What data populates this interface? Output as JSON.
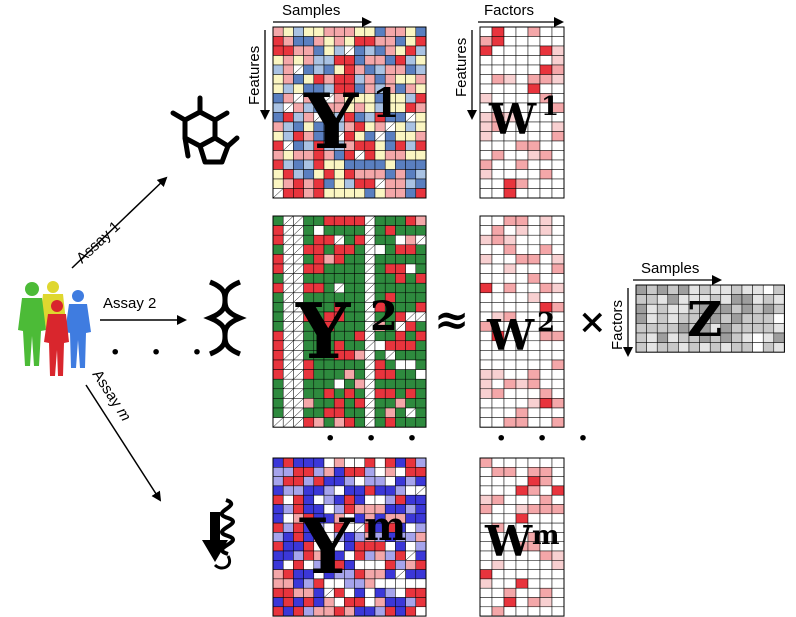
{
  "labels": {
    "samples": "Samples",
    "factors": "Factors",
    "features": "Features",
    "assay1": "Assay 1",
    "assay2": "Assay 2",
    "assaym_prefix": "Assay ",
    "assaym_var": "m",
    "dots": "· · ·",
    "approx": "≈",
    "times": "×"
  },
  "matrices": {
    "Y1": {
      "letter": "Y",
      "sup": "1"
    },
    "Y2": {
      "letter": "Y",
      "sup": "2"
    },
    "Ym": {
      "letter": "Y",
      "sup": "m"
    },
    "W1": {
      "letter": "W",
      "sup": "1"
    },
    "W2": {
      "letter": "W",
      "sup": "2"
    },
    "Wm": {
      "letter": "W",
      "sup": "m"
    },
    "Z": {
      "letter": "Z",
      "sup": ""
    }
  },
  "colors": {
    "red": "#e8343d",
    "light_red": "#f4a7a9",
    "blue": "#5a7fc0",
    "light_blue": "#a9c2e3",
    "pale_yellow": "#fbf6c2",
    "green": "#2e8a3e",
    "deep_blue": "#3b37d8",
    "person_green": "#4cbb37",
    "person_yellow": "#dfd72f",
    "person_red": "#d9262d",
    "person_blue": "#3f7ce0"
  },
  "icons": [
    "molecule-icon",
    "dna-icon",
    "protein-icon",
    "people-icon"
  ]
}
